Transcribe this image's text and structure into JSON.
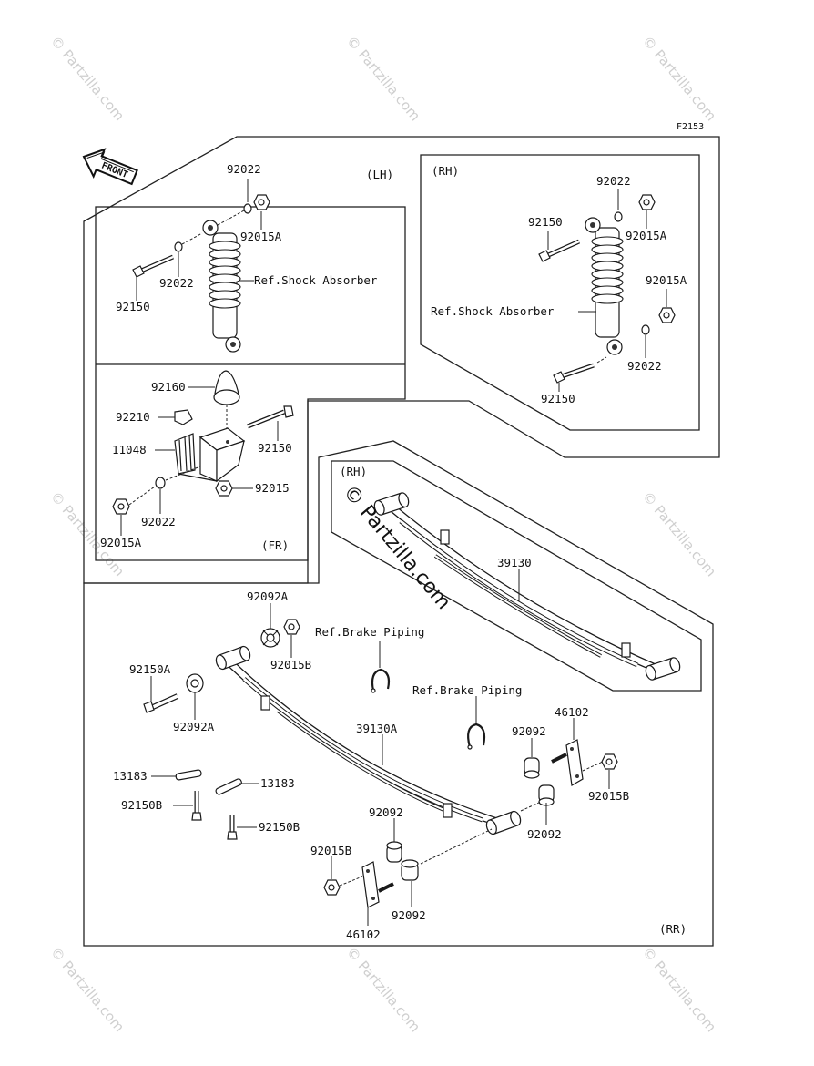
{
  "diagram_id": "F2153",
  "front_label": "FRONT",
  "watermark": "© Partzilla.com",
  "sections": {
    "lh": "(LH)",
    "rh_shock": "(RH)",
    "fr": "(FR)",
    "rh_spring": "(RH)",
    "rr": "(RR)"
  },
  "labels": {
    "lh_92022_top": "92022",
    "lh_92015a": "92015A",
    "lh_ref_shock": "Ref.Shock Absorber",
    "lh_92022_low": "92022",
    "lh_92150": "92150",
    "rh_92022_top": "92022",
    "rh_92150_top": "92150",
    "rh_92015a_top": "92015A",
    "rh_92015a_mid": "92015A",
    "rh_ref_shock": "Ref.Shock Absorber",
    "rh_92022_low": "92022",
    "rh_92150_low": "92150",
    "fr_92160": "92160",
    "fr_92210": "92210",
    "fr_11048": "11048",
    "fr_92150": "92150",
    "fr_92015": "92015",
    "fr_92022": "92022",
    "fr_92015a": "92015A",
    "rhs_39130": "39130",
    "rr_92092a_top": "92092A",
    "rr_92015b_top": "92015B",
    "rr_ref_brake_1": "Ref.Brake Piping",
    "rr_92150a": "92150A",
    "rr_92092a_low": "92092A",
    "rr_ref_brake_2": "Ref.Brake Piping",
    "rr_46102_top": "46102",
    "rr_92092_top": "92092",
    "rr_39130a": "39130A",
    "rr_92015b_right": "92015B",
    "rr_13183_left": "13183",
    "rr_13183_right": "13183",
    "rr_92150b_left": "92150B",
    "rr_92150b_right": "92150B",
    "rr_92092_right": "92092",
    "rr_92092_mid": "92092",
    "rr_92015b_left": "92015B",
    "rr_92092_bottom": "92092",
    "rr_46102_bottom": "46102"
  }
}
